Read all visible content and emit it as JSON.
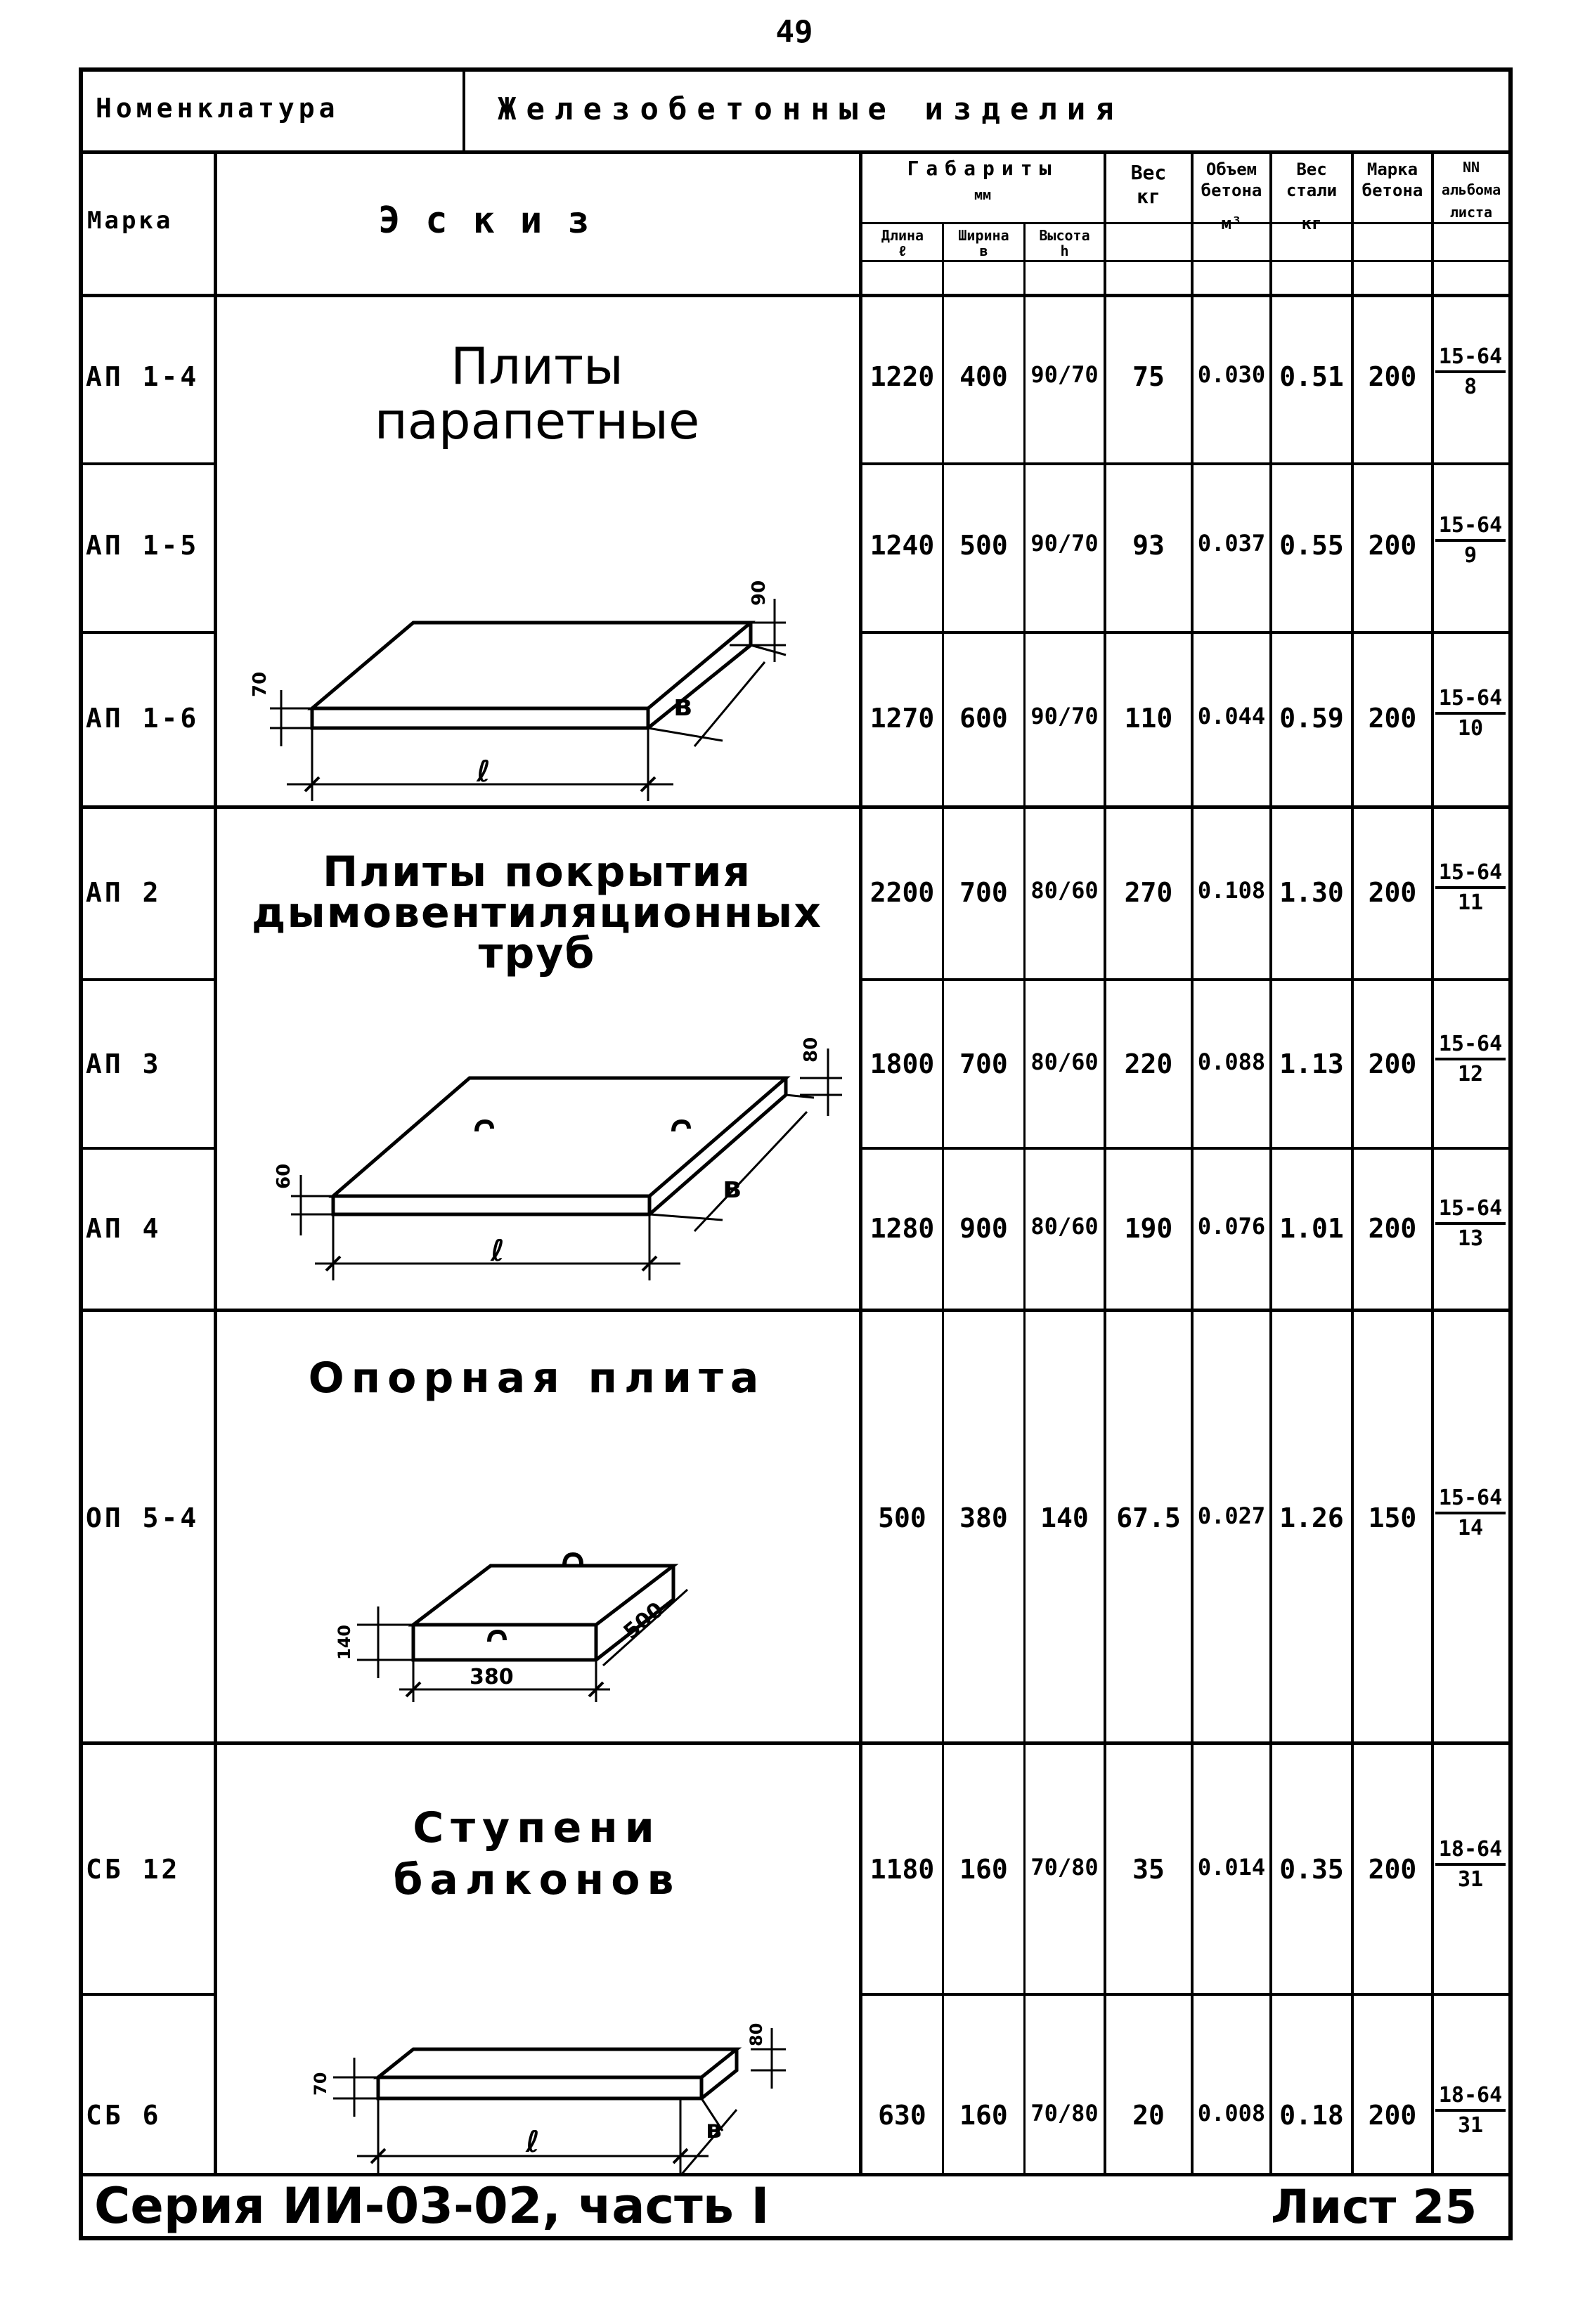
{
  "page_number": "49",
  "header": {
    "nomenclature_label": "Номенклатура",
    "nomenclature_value": "Железобетонные изделия"
  },
  "columns": {
    "mark": "Марка",
    "sketch": "Эскиз",
    "dimensions": "Габариты",
    "dimensions_unit": "мм",
    "length": "Длина",
    "length_sym": "ℓ",
    "width": "Ширина",
    "width_sym": "в",
    "height": "Высота",
    "height_sym": "h",
    "weight": "Вес",
    "weight_unit": "кг",
    "volume": "Объем бетона",
    "volume_unit": "м³",
    "steel": "Вес стали",
    "steel_unit": "кг",
    "grade": "Марка бетона",
    "album": "NN альбома листа"
  },
  "groups": [
    {
      "title_lines": [
        "Плиты",
        "парапетные"
      ],
      "sketch_labels": {
        "len": "ℓ",
        "wid": "в",
        "h1": "70",
        "h2": "90"
      },
      "rows": [
        {
          "mark": "АП 1-4",
          "length": "1220",
          "width": "400",
          "height": "90/70",
          "weight": "75",
          "volume": "0.030",
          "steel": "0.51",
          "grade": "200",
          "album_num": "15-64",
          "album_sheet": "8"
        },
        {
          "mark": "АП 1-5",
          "length": "1240",
          "width": "500",
          "height": "90/70",
          "weight": "93",
          "volume": "0.037",
          "steel": "0.55",
          "grade": "200",
          "album_num": "15-64",
          "album_sheet": "9"
        },
        {
          "mark": "АП 1-6",
          "length": "1270",
          "width": "600",
          "height": "90/70",
          "weight": "110",
          "volume": "0.044",
          "steel": "0.59",
          "grade": "200",
          "album_num": "15-64",
          "album_sheet": "10"
        }
      ]
    },
    {
      "title_lines": [
        "Плиты покрытия",
        "дымовентиляционных",
        "труб"
      ],
      "sketch_labels": {
        "len": "ℓ",
        "wid": "в",
        "h1": "60",
        "h2": "80"
      },
      "rows": [
        {
          "mark": "АП 2",
          "length": "2200",
          "width": "700",
          "height": "80/60",
          "weight": "270",
          "volume": "0.108",
          "steel": "1.30",
          "grade": "200",
          "album_num": "15-64",
          "album_sheet": "11"
        },
        {
          "mark": "АП 3",
          "length": "1800",
          "width": "700",
          "height": "80/60",
          "weight": "220",
          "volume": "0.088",
          "steel": "1.13",
          "grade": "200",
          "album_num": "15-64",
          "album_sheet": "12"
        },
        {
          "mark": "АП 4",
          "length": "1280",
          "width": "900",
          "height": "80/60",
          "weight": "190",
          "volume": "0.076",
          "steel": "1.01",
          "grade": "200",
          "album_num": "15-64",
          "album_sheet": "13"
        }
      ]
    },
    {
      "title_lines": [
        "Опорная плита"
      ],
      "sketch_labels": {
        "len": "500",
        "wid": "380",
        "h1": "140"
      },
      "rows": [
        {
          "mark": "ОП 5-4",
          "length": "500",
          "width": "380",
          "height": "140",
          "weight": "67.5",
          "volume": "0.027",
          "steel": "1.26",
          "grade": "150",
          "album_num": "15-64",
          "album_sheet": "14"
        }
      ]
    },
    {
      "title_lines": [
        "Ступени",
        "балконов"
      ],
      "sketch_labels": {
        "len": "ℓ",
        "wid": "в",
        "h1": "70",
        "h2": "80"
      },
      "rows": [
        {
          "mark": "СБ 12",
          "length": "1180",
          "width": "160",
          "height": "70/80",
          "weight": "35",
          "volume": "0.014",
          "steel": "0.35",
          "grade": "200",
          "album_num": "18-64",
          "album_sheet": "31"
        },
        {
          "mark": "СБ 6",
          "length": "630",
          "width": "160",
          "height": "70/80",
          "weight": "20",
          "volume": "0.008",
          "steel": "0.18",
          "grade": "200",
          "album_num": "18-64",
          "album_sheet": "31"
        }
      ]
    }
  ],
  "footer": {
    "series": "Серия ИИ-03-02, часть I",
    "sheet": "Лист 25"
  }
}
